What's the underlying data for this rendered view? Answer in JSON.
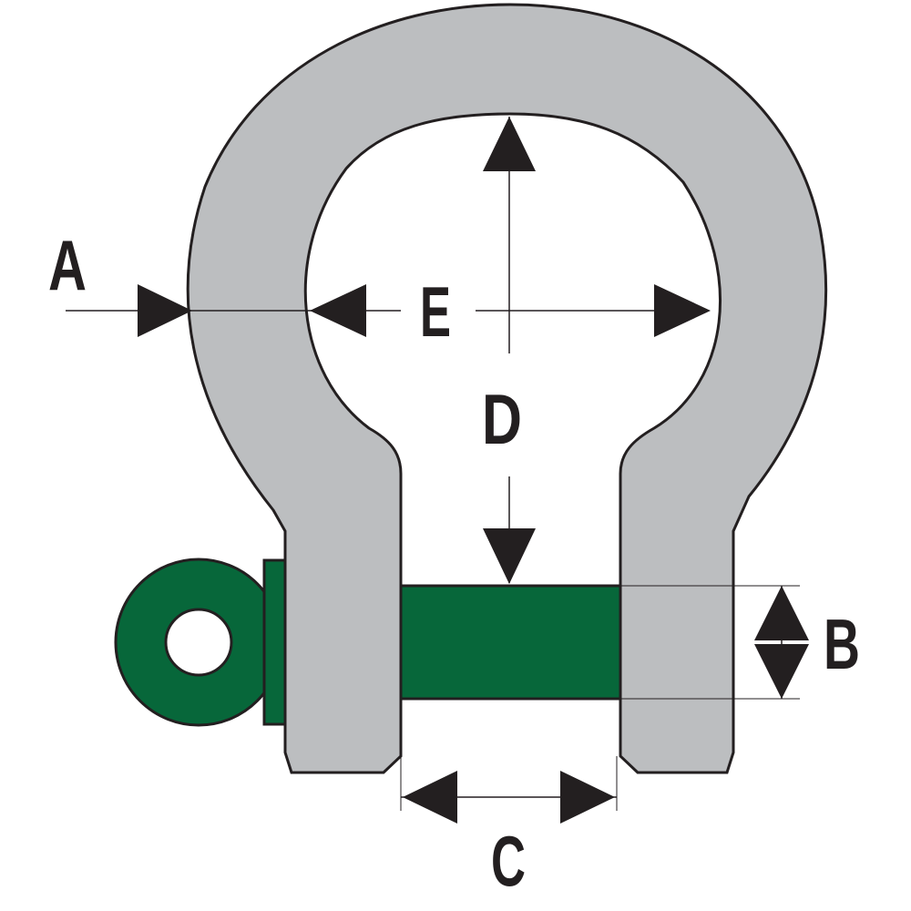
{
  "colors": {
    "background": "#ffffff",
    "shackle_body": "#bcbec0",
    "pin": "#07673a",
    "outline": "#231f20",
    "dimension": "#231f20"
  },
  "labels": {
    "a": "A",
    "b": "B",
    "c": "C",
    "d": "D",
    "e": "E"
  }
}
